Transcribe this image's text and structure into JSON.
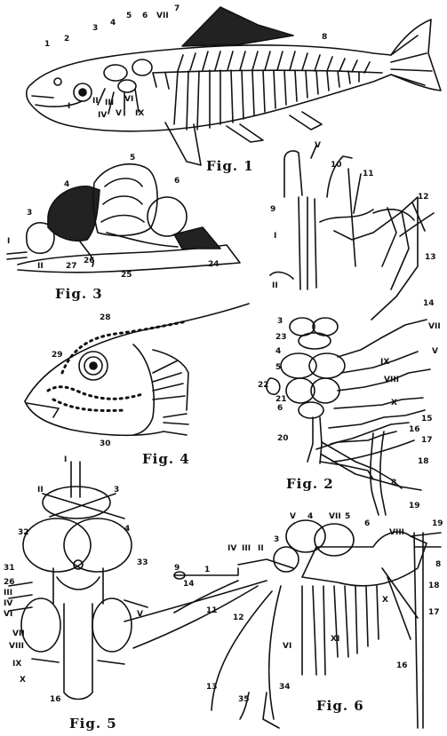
{
  "captions": {
    "fig1": "Fig. 1",
    "fig2": "Fig. 2",
    "fig3": "Fig. 3",
    "fig4": "Fig. 4",
    "fig5": "Fig. 5",
    "fig6": "Fig. 6"
  },
  "fig1_labels": [
    "1",
    "2",
    "3",
    "4",
    "5",
    "6",
    "VII",
    "7",
    "8",
    "I",
    "II",
    "III",
    "IV",
    "V",
    "VI",
    "IX"
  ],
  "fig2_labels": [
    "10",
    "V",
    "11",
    "12",
    "9",
    "13",
    "I",
    "II",
    "14",
    "3",
    "23",
    "VII",
    "4",
    "IX",
    "5",
    "V",
    "22",
    "21",
    "VIII",
    "X",
    "6",
    "15",
    "16",
    "20",
    "17",
    "18",
    "8",
    "19"
  ],
  "fig3_labels": [
    "5",
    "4",
    "6",
    "3",
    "I",
    "II",
    "27",
    "26",
    "25",
    "24"
  ],
  "fig4_labels": [
    "28",
    "29",
    "30"
  ],
  "fig5_labels": [
    "I",
    "II",
    "3",
    "32",
    "4",
    "31",
    "33",
    "26",
    "III",
    "IV",
    "VI",
    "V",
    "VII",
    "VIII",
    "IX",
    "X",
    "16"
  ],
  "fig6_labels": [
    "9",
    "1",
    "IV",
    "III",
    "II",
    "3",
    "V",
    "4",
    "VII",
    "5",
    "6",
    "VIII",
    "19",
    "8",
    "18",
    "17",
    "14",
    "11",
    "12",
    "X",
    "VI",
    "XI",
    "16",
    "13",
    "35",
    "34"
  ],
  "colors": {
    "ink": "#111111",
    "paper": "#ffffff"
  }
}
